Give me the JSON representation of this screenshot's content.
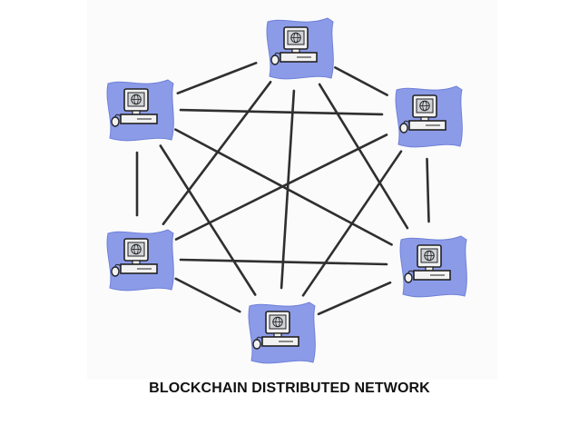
{
  "caption": "BLOCKCHAIN DISTRIBUTED NETWORK",
  "colors": {
    "line": "#2f2f2f",
    "card": "#8c9be8",
    "card_edge": "#6f80d8",
    "monitor_body": "#f2f2f2",
    "monitor_outline": "#222222",
    "screen": "#cfd3d8"
  },
  "network": {
    "node_icon": "computer-icon",
    "nodes": [
      {
        "id": "top"
      },
      {
        "id": "upper-left"
      },
      {
        "id": "upper-right"
      },
      {
        "id": "lower-left"
      },
      {
        "id": "lower-right"
      },
      {
        "id": "bottom"
      }
    ],
    "links": [
      [
        "top",
        "upper-left"
      ],
      [
        "top",
        "upper-right"
      ],
      [
        "top",
        "lower-left"
      ],
      [
        "top",
        "lower-right"
      ],
      [
        "top",
        "bottom"
      ],
      [
        "upper-left",
        "upper-right"
      ],
      [
        "upper-left",
        "lower-left"
      ],
      [
        "upper-left",
        "lower-right"
      ],
      [
        "upper-left",
        "bottom"
      ],
      [
        "upper-right",
        "lower-left"
      ],
      [
        "upper-right",
        "lower-right"
      ],
      [
        "upper-right",
        "bottom"
      ],
      [
        "lower-left",
        "lower-right"
      ],
      [
        "lower-left",
        "bottom"
      ],
      [
        "lower-right",
        "bottom"
      ]
    ]
  }
}
